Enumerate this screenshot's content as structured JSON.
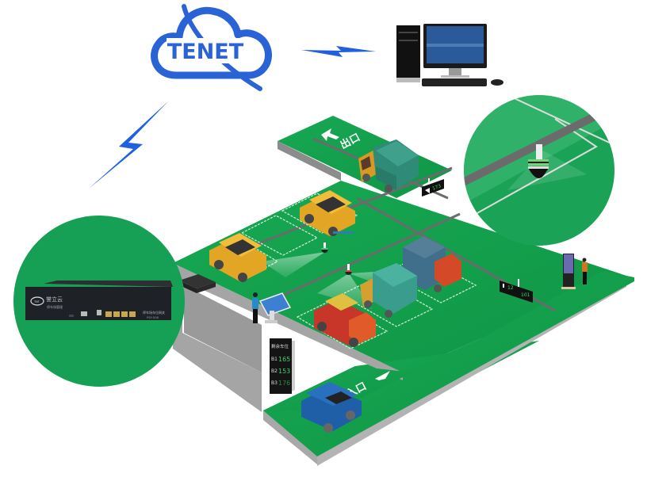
{
  "cloud_logo": {
    "text": "TENET"
  },
  "colors": {
    "ground": "#14a24e",
    "ground_dark": "#0f8f43",
    "slab_side": "#a8a8a8",
    "slab_side_dark": "#8c8c8c",
    "bolt": "#1f5fe0",
    "logo_blue": "#2a63d6",
    "rail": "#6e6e6e",
    "zoom_circle": "#1aa357"
  },
  "entrance": {
    "label": "入口"
  },
  "exit": {
    "label": "出口"
  },
  "gateway_device": {
    "brand": "誉立云",
    "subtitle": "停车场管理",
    "model_text": "停车场车位网关",
    "model_code": "PS9 G08",
    "port_count": 4
  },
  "guidance_screen": {
    "title": "剩余车位",
    "rows": [
      {
        "zone": "B1",
        "value": "165"
      },
      {
        "zone": "B2",
        "value": "153"
      },
      {
        "zone": "B3",
        "value": "176"
      }
    ]
  },
  "lane_sign_top": {
    "value": "173"
  },
  "lane_sign_right": {
    "left_value": "12",
    "right_value": "101"
  },
  "components": [
    {
      "id": "cloud",
      "label": "cloud-server"
    },
    {
      "id": "pc",
      "label": "management-computer"
    },
    {
      "id": "camera",
      "label": "dome-camera"
    },
    {
      "id": "gateway",
      "label": "parking-gateway"
    },
    {
      "id": "kiosk-left",
      "label": "query-terminal"
    },
    {
      "id": "kiosk-right",
      "label": "reverse-search-kiosk"
    }
  ]
}
